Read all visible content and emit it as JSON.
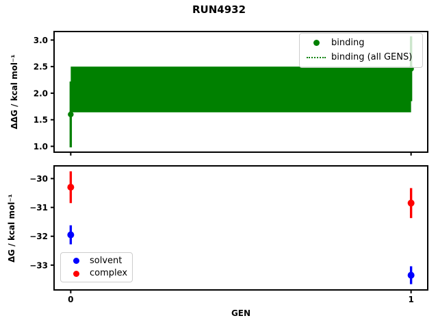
{
  "title": "RUN4932",
  "chart_data": [
    {
      "type": "scatter",
      "subplot": "top",
      "title": "",
      "xlabel": "",
      "ylabel": "ΔΔG / kcal mol⁻¹",
      "xlim": [
        -0.049,
        1.049
      ],
      "ylim": [
        0.89,
        3.16
      ],
      "grid": false,
      "ytick_values": [
        1.0,
        1.5,
        2.0,
        2.5,
        3.0
      ],
      "ytick_labels": [
        "1.0",
        "1.5",
        "2.0",
        "2.5",
        "3.0"
      ],
      "xtick_values": [
        0,
        1
      ],
      "xtick_labels": [
        "",
        ""
      ],
      "series": [
        {
          "name": "binding",
          "color": "#008000",
          "marker": "circle",
          "x": [
            0,
            1
          ],
          "y": [
            1.6,
            2.46
          ],
          "yerr": [
            0.62,
            0.61
          ]
        }
      ],
      "band": {
        "name": "binding (all GENS)",
        "color": "#008000",
        "linestyle": "dotted",
        "x_range": [
          0,
          1
        ],
        "y_center": 2.07,
        "y_low": 1.64,
        "y_high": 2.5
      },
      "legend": {
        "position": "upper right",
        "entries": [
          {
            "label": "binding",
            "marker": "dot",
            "color": "#008000"
          },
          {
            "label": "binding (all GENS)",
            "marker": "dotted-line",
            "color": "#008000"
          }
        ]
      }
    },
    {
      "type": "scatter",
      "subplot": "bottom",
      "title": "",
      "xlabel": "GEN",
      "ylabel": "ΔG / kcal mol⁻¹",
      "xlim": [
        -0.049,
        1.049
      ],
      "ylim": [
        -33.86,
        -29.56
      ],
      "grid": false,
      "ytick_values": [
        -30,
        -31,
        -32,
        -33
      ],
      "ytick_labels": [
        "−30",
        "−31",
        "−32",
        "−33"
      ],
      "xtick_values": [
        0,
        1
      ],
      "xtick_labels": [
        "0",
        "1"
      ],
      "series": [
        {
          "name": "solvent",
          "color": "#0000ff",
          "marker": "circle",
          "x": [
            0,
            1
          ],
          "y": [
            -31.95,
            -33.35
          ],
          "yerr": [
            0.33,
            0.31
          ]
        },
        {
          "name": "complex",
          "color": "#ff0000",
          "marker": "circle",
          "x": [
            0,
            1
          ],
          "y": [
            -30.3,
            -30.85
          ],
          "yerr": [
            0.55,
            0.52
          ]
        }
      ],
      "legend": {
        "position": "lower left",
        "entries": [
          {
            "label": "solvent",
            "marker": "dot",
            "color": "#0000ff"
          },
          {
            "label": "complex",
            "marker": "dot",
            "color": "#ff0000"
          }
        ]
      }
    }
  ]
}
